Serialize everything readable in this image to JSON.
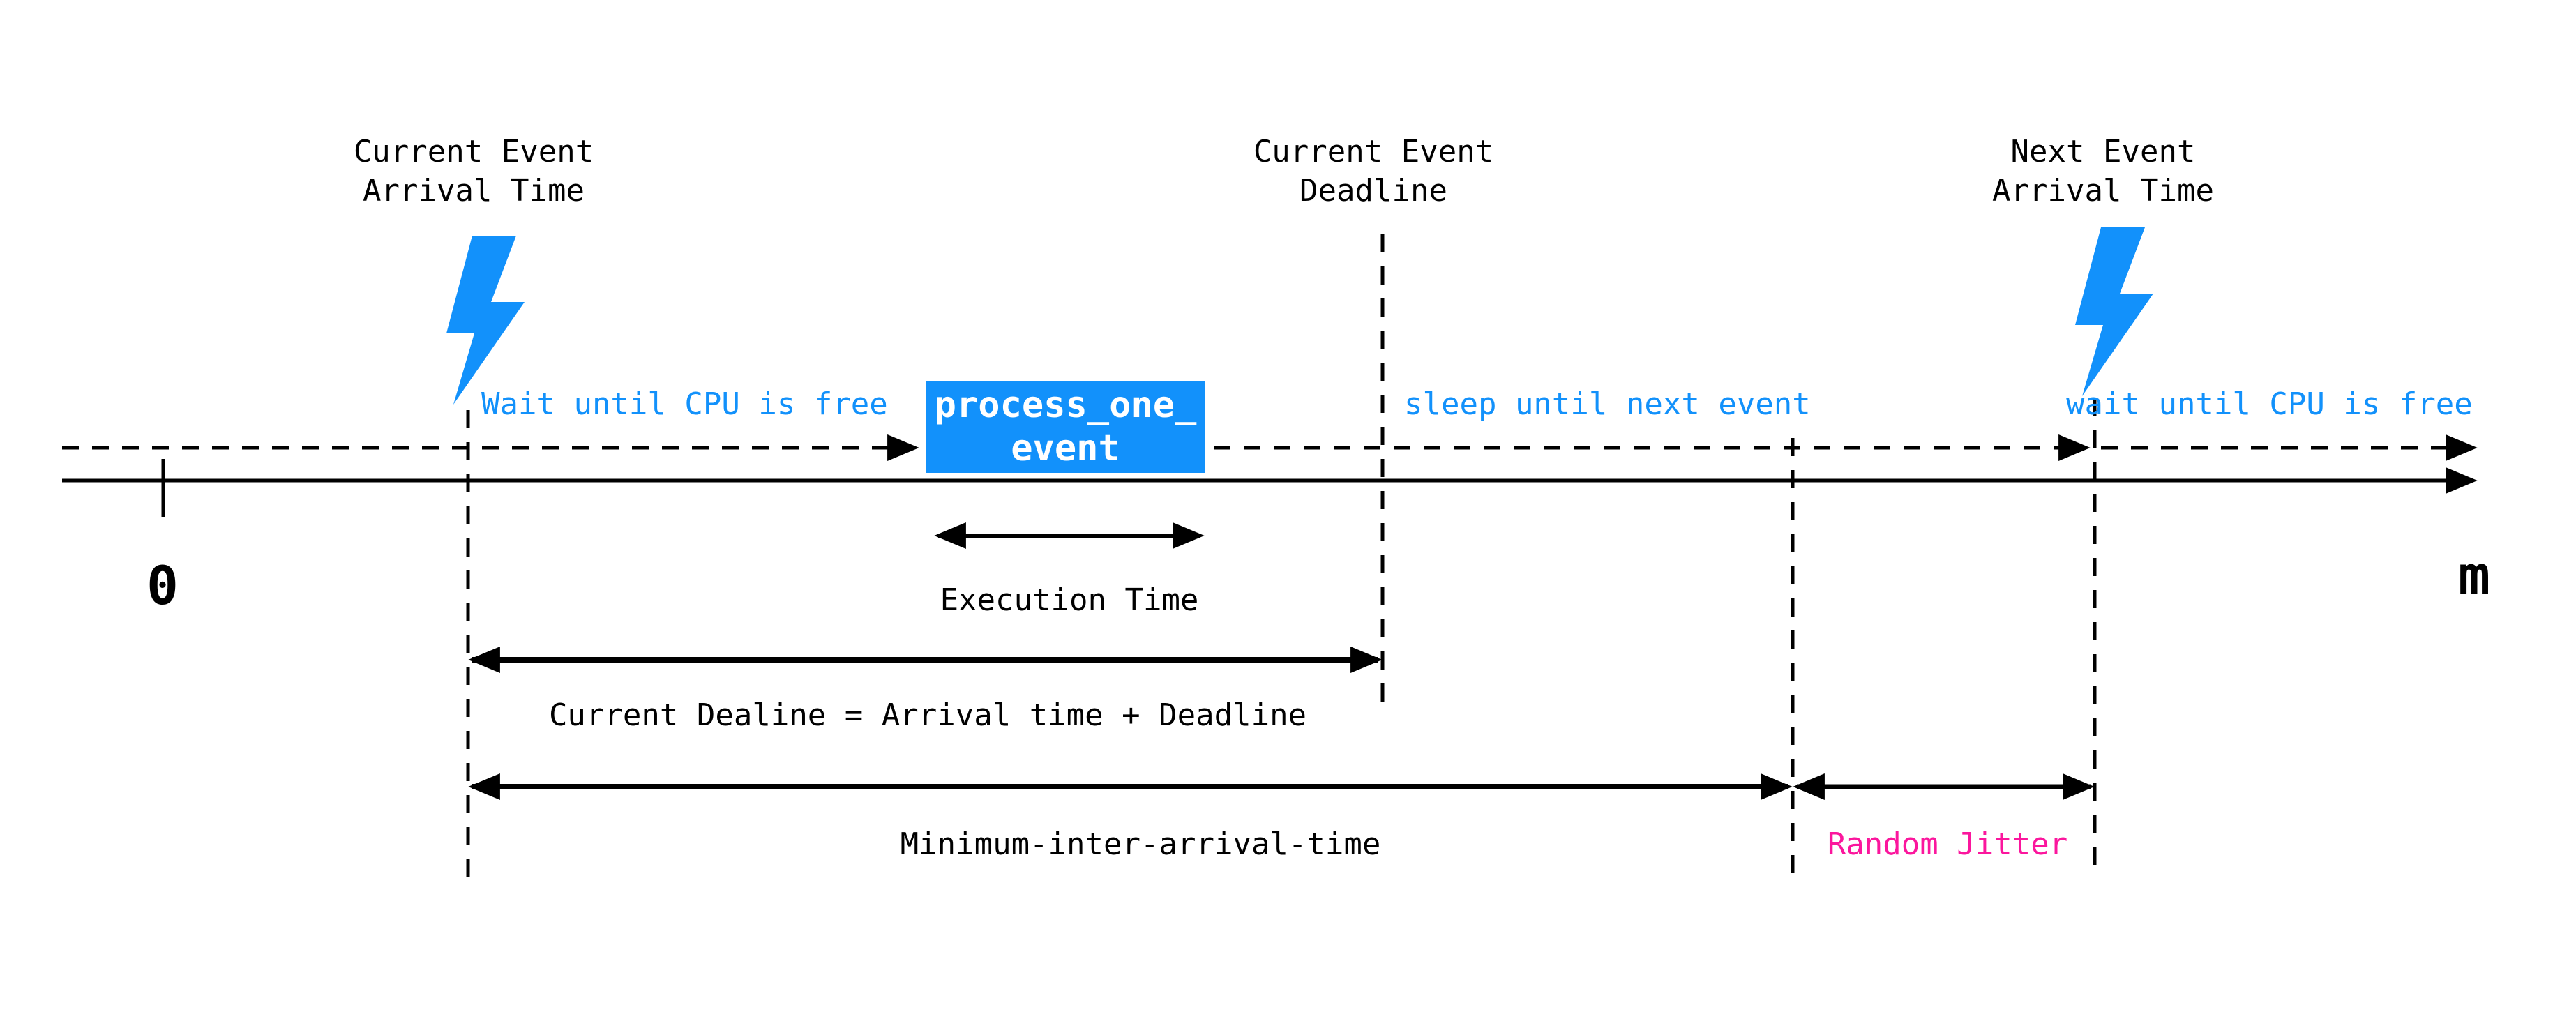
{
  "title_labels": {
    "current_arrival": "Current Event\nArrival Time",
    "current_deadline": "Current Event\nDeadline",
    "next_arrival": "Next Event\nArrival Time"
  },
  "phase_labels": {
    "wait_left": "Wait until CPU is free",
    "sleep": "sleep until next event",
    "wait_right": "wait until CPU is free"
  },
  "process_box": {
    "line1": "process_one_",
    "line2": "event"
  },
  "measurements": {
    "execution": "Execution Time",
    "deadline_formula": "Current Dealine = Arrival time + Deadline",
    "min_inter_arrival": "Minimum-inter-arrival-time",
    "random_jitter": "Random Jitter"
  },
  "axis": {
    "origin": "0",
    "end": "m"
  },
  "icons": {
    "event_icon": "lightning-bolt"
  },
  "colors": {
    "accent_blue": "#1291fb",
    "jitter_pink": "#fb169d",
    "line_black": "#000000",
    "box_text": "#ffffff"
  }
}
